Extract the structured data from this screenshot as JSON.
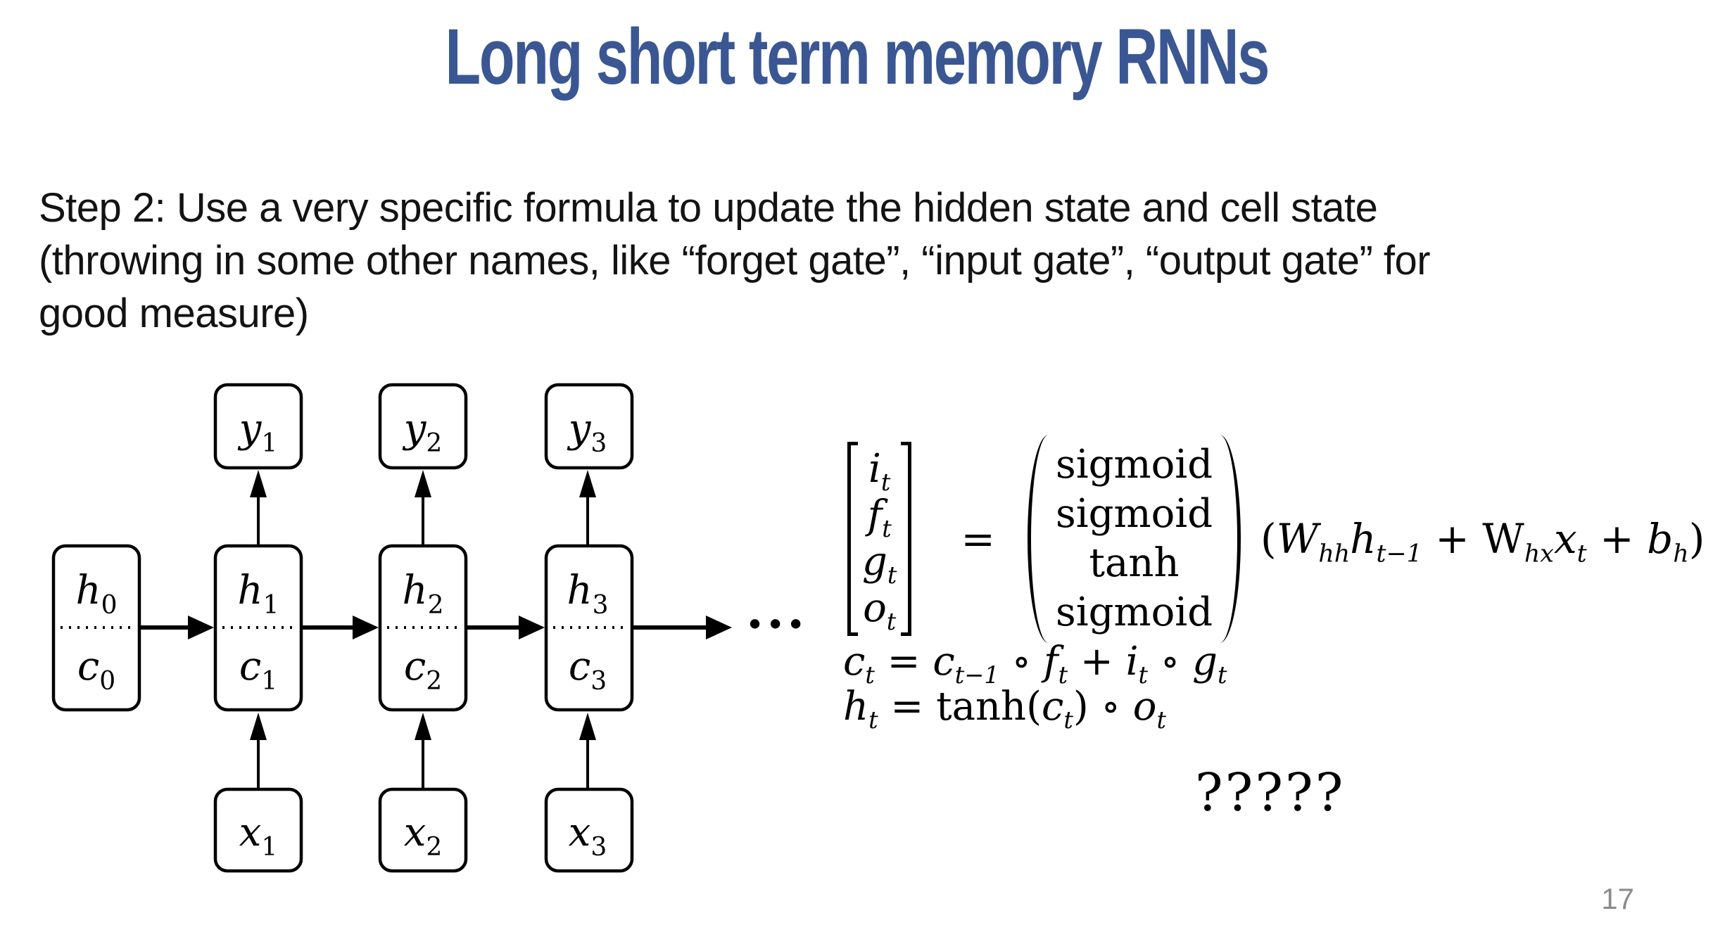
{
  "slide": {
    "title": "Long short term memory RNNs",
    "title_color": "#3A5793",
    "background_color": "#FFFFFF",
    "page_number": "17"
  },
  "paragraph": {
    "lines": [
      "Step 2: Use a very specific formula to update the hidden state and cell state",
      "(throwing in some other names, like “forget gate”, “input gate”, “output gate” for",
      "good measure)"
    ]
  },
  "diagram": {
    "ellipsis": "···",
    "y_boxes": [
      [
        {
          "t": "y",
          "i": 1
        },
        {
          "t": "1",
          "s": 1
        }
      ],
      [
        {
          "t": "y",
          "i": 1
        },
        {
          "t": "2",
          "s": 1
        }
      ],
      [
        {
          "t": "y",
          "i": 1
        },
        {
          "t": "3",
          "s": 1
        }
      ]
    ],
    "x_boxes": [
      [
        {
          "t": "x",
          "i": 1
        },
        {
          "t": "1",
          "s": 1
        }
      ],
      [
        {
          "t": "x",
          "i": 1
        },
        {
          "t": "2",
          "s": 1
        }
      ],
      [
        {
          "t": "x",
          "i": 1
        },
        {
          "t": "3",
          "s": 1
        }
      ]
    ],
    "cells": [
      {
        "top": [
          {
            "t": "h",
            "i": 1
          },
          {
            "t": "0",
            "s": 1
          }
        ],
        "bottom": [
          {
            "t": "c",
            "i": 1
          },
          {
            "t": "0",
            "s": 1
          }
        ]
      },
      {
        "top": [
          {
            "t": "h",
            "i": 1
          },
          {
            "t": "1",
            "s": 1
          }
        ],
        "bottom": [
          {
            "t": "c",
            "i": 1
          },
          {
            "t": "1",
            "s": 1
          }
        ]
      },
      {
        "top": [
          {
            "t": "h",
            "i": 1
          },
          {
            "t": "2",
            "s": 1
          }
        ],
        "bottom": [
          {
            "t": "c",
            "i": 1
          },
          {
            "t": "2",
            "s": 1
          }
        ]
      },
      {
        "top": [
          {
            "t": "h",
            "i": 1
          },
          {
            "t": "3",
            "s": 1
          }
        ],
        "bottom": [
          {
            "t": "c",
            "i": 1
          },
          {
            "t": "3",
            "s": 1
          }
        ]
      }
    ]
  },
  "equations": {
    "vector": [
      [
        {
          "t": "i",
          "i": 1
        },
        {
          "t": "t",
          "i": 1,
          "s": 1
        }
      ],
      [
        {
          "t": "f",
          "i": 1
        },
        {
          "t": "t",
          "i": 1,
          "s": 1
        }
      ],
      [
        {
          "t": "g",
          "i": 1
        },
        {
          "t": "t",
          "i": 1,
          "s": 1
        }
      ],
      [
        {
          "t": "o",
          "i": 1
        },
        {
          "t": "t",
          "i": 1,
          "s": 1
        }
      ]
    ],
    "equals": "=",
    "activations": [
      "sigmoid",
      "sigmoid",
      "tanh",
      "sigmoid"
    ],
    "rhs": [
      {
        "t": "("
      },
      {
        "t": "W",
        "i": 1
      },
      {
        "t": "hh",
        "i": 1,
        "s": 1
      },
      {
        "t": "h",
        "i": 1
      },
      {
        "t": "t−1",
        "i": 1,
        "s": 1
      },
      {
        "t": " + "
      },
      {
        "t": "W"
      },
      {
        "t": "hx",
        "i": 1,
        "s": 1
      },
      {
        "t": "x",
        "i": 1
      },
      {
        "t": "t",
        "i": 1,
        "s": 1
      },
      {
        "t": " + "
      },
      {
        "t": "b",
        "i": 1
      },
      {
        "t": "h",
        "i": 1,
        "s": 1
      },
      {
        "t": ")"
      }
    ],
    "cell_update": [
      {
        "t": "c",
        "i": 1
      },
      {
        "t": "t",
        "i": 1,
        "s": 1
      },
      {
        "t": " = "
      },
      {
        "t": "c",
        "i": 1
      },
      {
        "t": "t−1",
        "i": 1,
        "s": 1
      },
      {
        "t": " ∘ "
      },
      {
        "t": "f",
        "i": 1
      },
      {
        "t": "t",
        "i": 1,
        "s": 1
      },
      {
        "t": " + "
      },
      {
        "t": "i",
        "i": 1
      },
      {
        "t": "t",
        "i": 1,
        "s": 1
      },
      {
        "t": " ∘ "
      },
      {
        "t": "g",
        "i": 1
      },
      {
        "t": "t",
        "i": 1,
        "s": 1
      }
    ],
    "hidden_update": [
      {
        "t": "h",
        "i": 1
      },
      {
        "t": "t",
        "i": 1,
        "s": 1
      },
      {
        "t": " = tanh("
      },
      {
        "t": "c",
        "i": 1
      },
      {
        "t": "t",
        "i": 1,
        "s": 1
      },
      {
        "t": ") ∘ "
      },
      {
        "t": "o",
        "i": 1
      },
      {
        "t": "t",
        "i": 1,
        "s": 1
      }
    ],
    "question": "?????"
  }
}
